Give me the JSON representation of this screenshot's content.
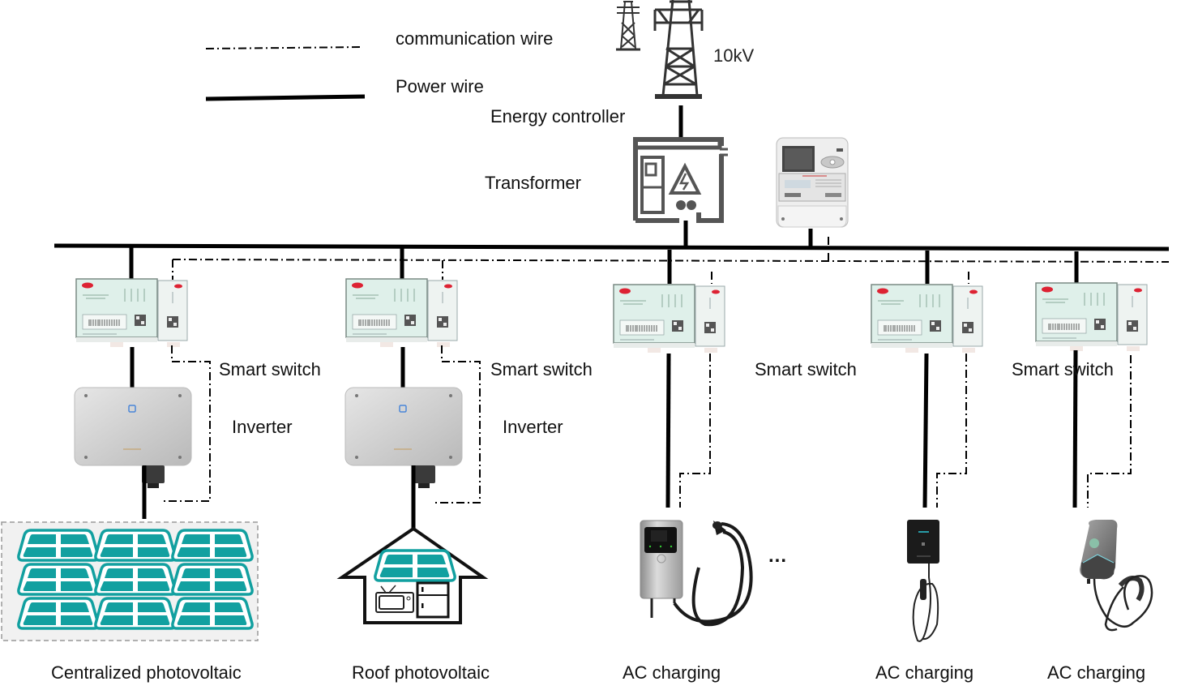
{
  "legend": {
    "communication_wire": "communication wire",
    "power_wire": "Power wire"
  },
  "grid": {
    "voltage": "10kV",
    "energy_controller": "Energy controller",
    "transformer": "Transformer"
  },
  "branches": [
    {
      "switch_label": "Smart switch",
      "device_label": "Inverter",
      "load_label": "Centralized photovoltaic"
    },
    {
      "switch_label": "Smart switch",
      "device_label": "Inverter",
      "load_label": "Roof photovoltaic"
    },
    {
      "switch_label": "Smart switch",
      "device_label": "",
      "load_label": "AC charging"
    },
    {
      "switch_label": "",
      "device_label": "",
      "load_label": "AC charging"
    },
    {
      "switch_label": "Smart switch",
      "device_label": "",
      "load_label": "AC charging"
    }
  ],
  "ellipsis": "...",
  "colors": {
    "panel_teal": "#12a0a0",
    "icon_grey": "#555555",
    "switch_face": "#dff0ea"
  }
}
